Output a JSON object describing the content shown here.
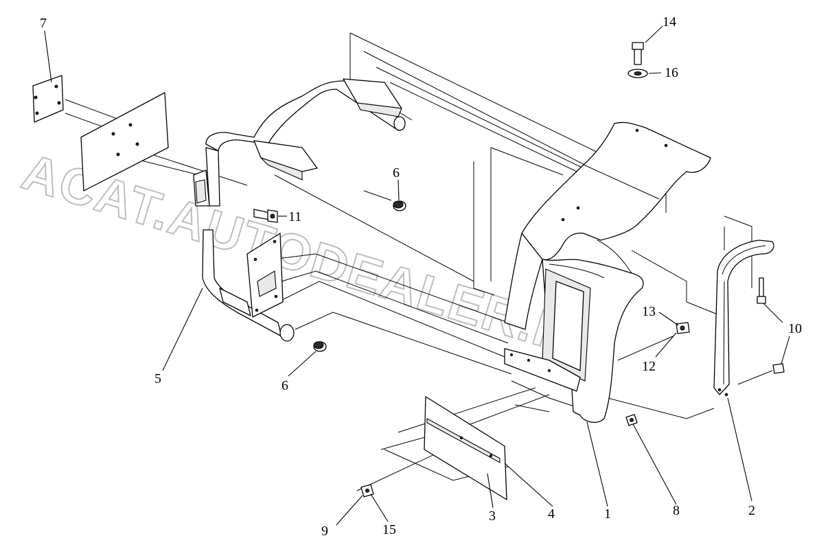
{
  "watermark": "ACAT.AUTODEALER.RU",
  "callouts": [
    {
      "id": "1",
      "label": "1"
    },
    {
      "id": "2",
      "label": "2"
    },
    {
      "id": "3",
      "label": "3"
    },
    {
      "id": "4",
      "label": "4"
    },
    {
      "id": "5",
      "label": "5"
    },
    {
      "id": "6a",
      "label": "6"
    },
    {
      "id": "6b",
      "label": "6"
    },
    {
      "id": "7",
      "label": "7"
    },
    {
      "id": "8",
      "label": "8"
    },
    {
      "id": "9",
      "label": "9"
    },
    {
      "id": "10",
      "label": "10"
    },
    {
      "id": "11",
      "label": "11"
    },
    {
      "id": "12",
      "label": "12"
    },
    {
      "id": "13",
      "label": "13"
    },
    {
      "id": "14",
      "label": "14"
    },
    {
      "id": "15",
      "label": "15"
    },
    {
      "id": "16",
      "label": "16"
    }
  ]
}
